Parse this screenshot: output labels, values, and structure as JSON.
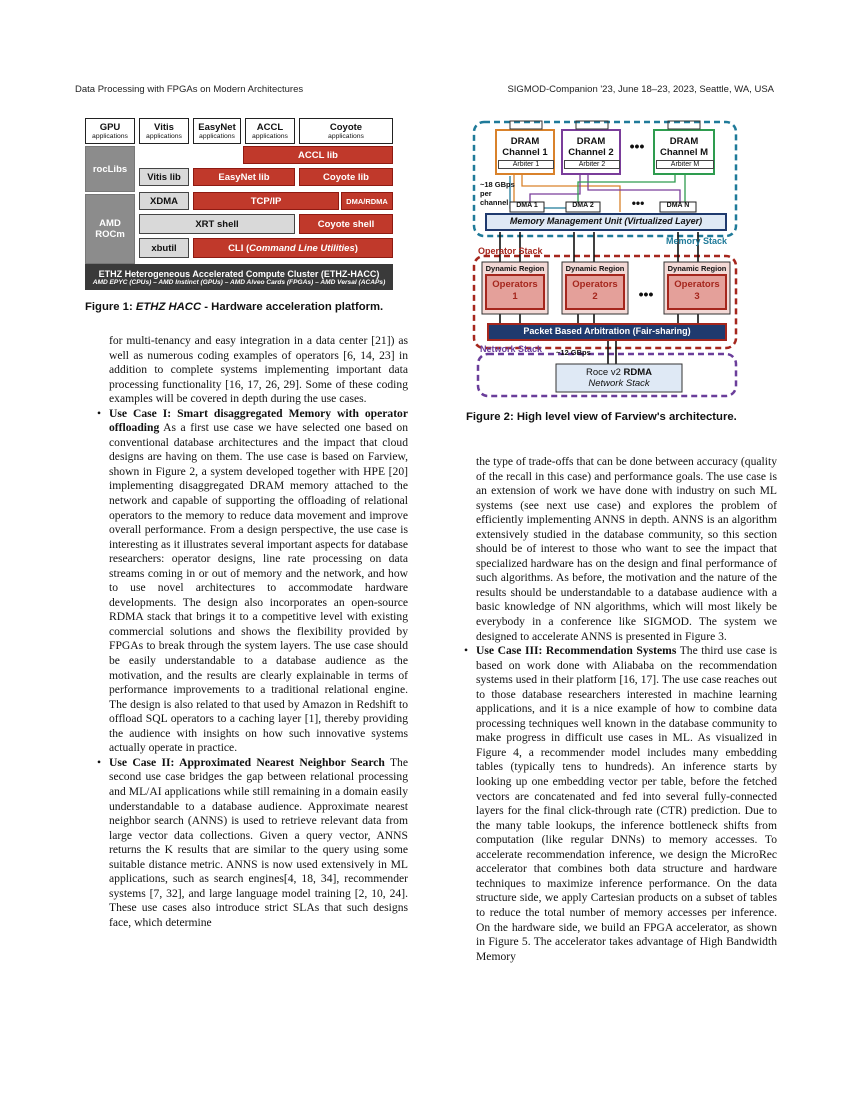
{
  "header": {
    "left": "Data Processing with FPGAs on Modern Architectures",
    "right": "SIGMOD-Companion '23, June 18–23, 2023, Seattle, WA, USA"
  },
  "figure1": {
    "apps": [
      {
        "name": "GPU",
        "sub": "applications"
      },
      {
        "name": "Vitis",
        "sub": "applications"
      },
      {
        "name": "EasyNet",
        "sub": "applications"
      },
      {
        "name": "ACCL",
        "sub": "applications"
      },
      {
        "name": "Coyote",
        "sub": "applications"
      }
    ],
    "roclibs": "rocLibs",
    "amd_rocm_1": "AMD",
    "amd_rocm_2": "ROCm",
    "accl_lib": "ACCL lib",
    "vitis_lib": "Vitis lib",
    "easynet_lib": "EasyNet lib",
    "coyote_lib": "Coyote lib",
    "xdma": "XDMA",
    "tcpip": "TCP/IP",
    "dma_rdma": "DMA/RDMA",
    "xrt_shell": "XRT shell",
    "coyote_shell": "Coyote shell",
    "xbutil": "xbutil",
    "cli_a": "CLI (",
    "cli_b": "Command Line Utilities",
    "cli_c": ")",
    "cluster_title": "ETHZ Heterogeneous Accelerated Compute Cluster (ETHZ-HACC)",
    "cluster_sub": "AMD EPYC (CPUs) – AMD Instinct (GPUs) – AMD Alveo Cards (FPGAs) – AMD Versal (ACAPs)",
    "caption_a": "Figure 1: ",
    "caption_b": "ETHZ HACC",
    "caption_c": " - Hardware acceleration platform."
  },
  "figure2": {
    "dram1_a": "DRAM",
    "dram1_b": "Channel 1",
    "dram2_a": "DRAM",
    "dram2_b": "Channel 2",
    "dramm_a": "DRAM",
    "dramm_b": "Channel M",
    "arb1": "Arbiter 1",
    "arb2": "Arbiter 2",
    "arbm": "Arbiter M",
    "dots": "•••",
    "bw1": "~18 GBps",
    "bw2": "per",
    "bw3": "channel",
    "dma1": "DMA 1",
    "dma2": "DMA 2",
    "deman": "DMA N",
    "mmu": "Memory Management Unit (Virtualized Layer)",
    "memory_stack": "Memory Stack",
    "operator_stack": "Operator Stack",
    "dyn1": "Dynamic Region",
    "dyn2": "Dynamic Region",
    "dyn3": "Dynamic Region",
    "op1_a": "Operators",
    "op1_b": "1",
    "op2_a": "Operators",
    "op2_b": "2",
    "op3_a": "Operators",
    "op3_b": "3",
    "arbitration": "Packet Based Arbitration (Fair-sharing)",
    "network_stack": "Network Stack",
    "bw_net": "~12 GBps",
    "roce_a": "Roce v2 ",
    "roce_b": "RDMA",
    "roce_c": "Network Stack",
    "caption": "Figure 2: High level view of Farview's architecture."
  },
  "left_col": {
    "p0": "for multi-tenancy and easy integration in a data center [21]) as well as numerous coding examples of operators [6, 14, 23] in addition to complete systems implementing important data processing functionality [16, 17, 26, 29]. Some of these coding examples will be covered in depth during the use cases.",
    "uc1_title": "Use Case I: Smart disaggregated Memory with operator offloading",
    "uc1_body": " As a first use case we have selected one based on conventional database architectures and the impact that cloud designs are having on them. The use case is based on Farview, shown in Figure 2, a system developed together with HPE [20] implementing disaggregated DRAM memory attached to the network and capable of supporting the offloading of relational operators to the memory to reduce data movement and improve overall performance. From a design perspective, the use case is interesting as it illustrates several important aspects for database researchers: operator designs, line rate processing on data streams coming in or out of memory and the network, and how to use novel architectures to accommodate hardware developments. The design also incorporates an open-source RDMA stack that brings it to a competitive level with existing commercial solutions and shows the flexibility provided by FPGAs to break through the system layers. The use case should be easily understandable to a database audience as the motivation, and the results are clearly explainable in terms of performance improvements to a traditional relational engine. The design is also related to that used by Amazon in Redshift to offload SQL operators to a caching layer [1], thereby providing the audience with insights on how such innovative systems actually operate in practice.",
    "uc2_title": "Use Case II: Approximated Nearest Neighbor Search",
    "uc2_body": " The second use case bridges the gap between relational processing and ML/AI applications while still remaining in a domain easily understandable to a database audience. Approximate nearest neighbor search (ANNS) is used to retrieve relevant data from large vector data collections. Given a query vector, ANNS returns the K results that are similar to the query using some suitable distance metric. ANNS is now used extensively in ML applications, such as search engines[4, 18, 34], recommender systems [7, 32], and large language model training [2, 10, 24]. These use cases also introduce strict SLAs that such designs face, which determine"
  },
  "right_col": {
    "p0": "the type of trade-offs that can be done between accuracy (quality of the recall in this case) and performance goals. The use case is an extension of work we have done with industry on such ML systems (see next use case) and explores the problem of efficiently implementing ANNS in depth. ANNS is an algorithm extensively studied in the database community, so this section should be of interest to those who want to see the impact that specialized hardware has on the design and final performance of such algorithms. As before, the motivation and the nature of the results should be understandable to a database audience with a basic knowledge of NN algorithms, which will most likely be everybody in a conference like SIGMOD. The system we designed to accelerate ANNS is presented in Figure 3.",
    "uc3_title": "Use Case III: Recommendation Systems",
    "uc3_body": " The third use case is based on work done with Aliababa on the recommendation systems used in their platform [16, 17]. The use case reaches out to those database researchers interested in machine learning applications, and it is a nice example of how to combine data processing techniques well known in the database community to make progress in difficult use cases in ML. As visualized in Figure 4, a recommender model includes many embedding tables (typically tens to hundreds). An inference starts by looking up one embedding vector per table, before the fetched vectors are concatenated and fed into several fully-connected layers for the final click-through rate (CTR) prediction. Due to the many table lookups, the inference bottleneck shifts from computation (like regular DNNs) to memory accesses. To accelerate recommendation inference, we design the MicroRec accelerator that combines both data structure and hardware techniques to maximize inference performance. On the data structure side, we apply Cartesian products on a subset of tables to reduce the total number of memory accesses per inference. On the hardware side, we build an FPGA accelerator, as shown in Figure 5. The accelerator takes advantage of High Bandwidth Memory"
  },
  "bullet": "•",
  "colors": {
    "accent_red": "#c0392b",
    "gray": "#8c8c8c",
    "dark": "#3a3a3a",
    "navy": "#1f3a6e",
    "teal": "#1f7a99",
    "purple": "#6a3d9a"
  }
}
